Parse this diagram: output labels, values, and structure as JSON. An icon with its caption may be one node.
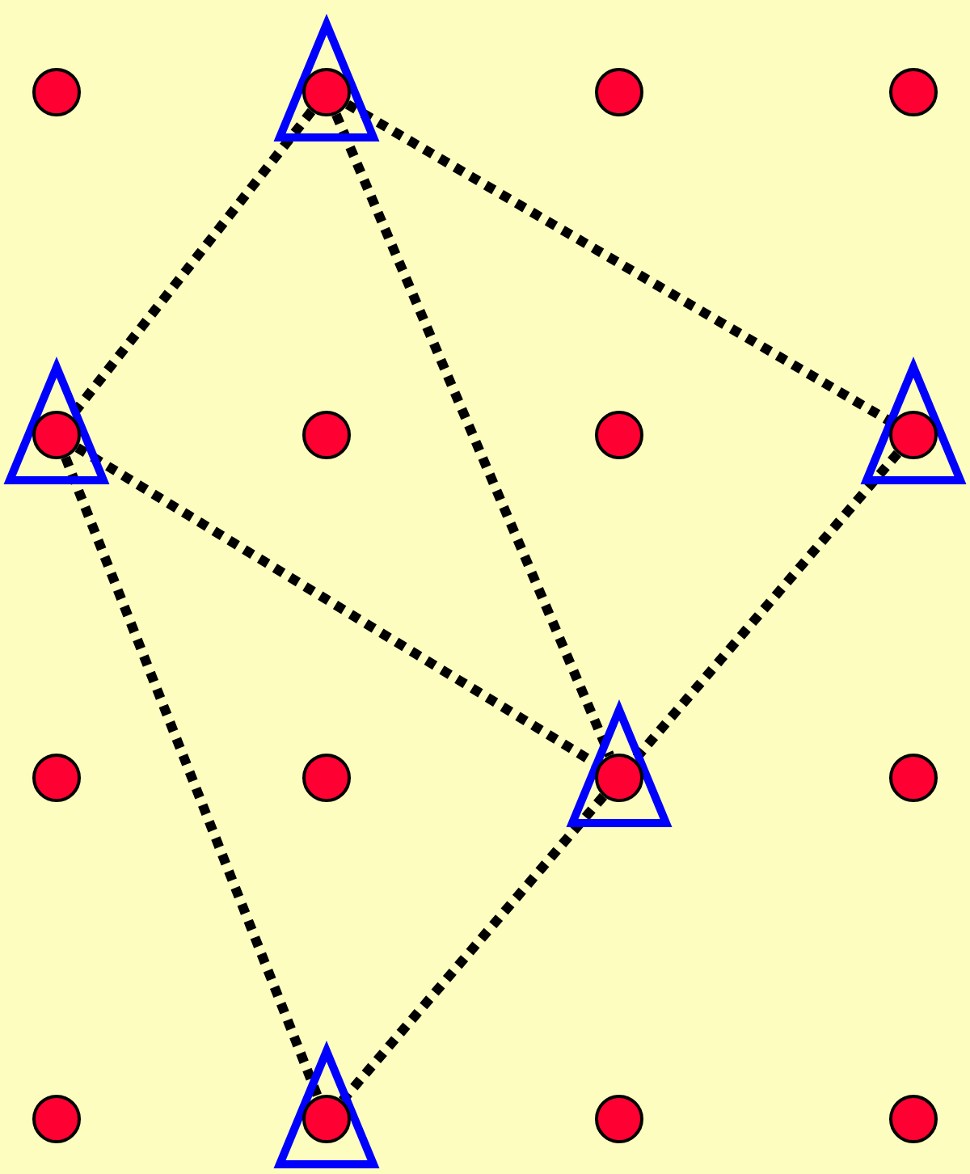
{
  "diagram": {
    "nodes": [
      {
        "text": [],
        "shape": "circle"
      },
      {
        "text": [],
        "shape": "triangle"
      },
      {
        "text": [],
        "shape": "circle",
        "in": 1
      },
      {
        "text": [],
        "shape": "circle"
      },
      {
        "text": [],
        "shape": "circle"
      },
      {
        "text": [],
        "shape": "triangle"
      },
      {
        "text": [],
        "shape": "circle",
        "in": 5
      },
      {
        "text": [],
        "shape": "circle"
      },
      {
        "text": [],
        "shape": "circle"
      },
      {
        "text": [],
        "shape": "triangle"
      },
      {
        "text": [],
        "shape": "circle",
        "in": 9
      },
      {
        "text": [],
        "shape": "circle"
      },
      {
        "text": [],
        "shape": "circle"
      },
      {
        "text": [],
        "shape": "triangle"
      },
      {
        "text": [],
        "shape": "circle",
        "in": 13
      },
      {
        "text": [],
        "shape": "circle"
      },
      {
        "text": [],
        "shape": "circle"
      },
      {
        "text": [],
        "shape": "triangle"
      },
      {
        "text": [],
        "shape": "circle",
        "in": 17
      },
      {
        "text": [],
        "shape": "circle"
      },
      {
        "text": [],
        "shape": "circle"
      }
    ],
    "edges": [
      {
        "from": 2,
        "to": 6,
        "arrow": "none"
      },
      {
        "from": 2,
        "to": 10,
        "arrow": "none"
      },
      {
        "from": 2,
        "to": 14,
        "arrow": "none"
      },
      {
        "from": 6,
        "to": 14,
        "arrow": "none"
      },
      {
        "from": 6,
        "to": 18,
        "arrow": "none"
      },
      {
        "from": 10,
        "to": 14,
        "arrow": "none"
      },
      {
        "from": 14,
        "to": 18,
        "arrow": "none"
      }
    ]
  }
}
